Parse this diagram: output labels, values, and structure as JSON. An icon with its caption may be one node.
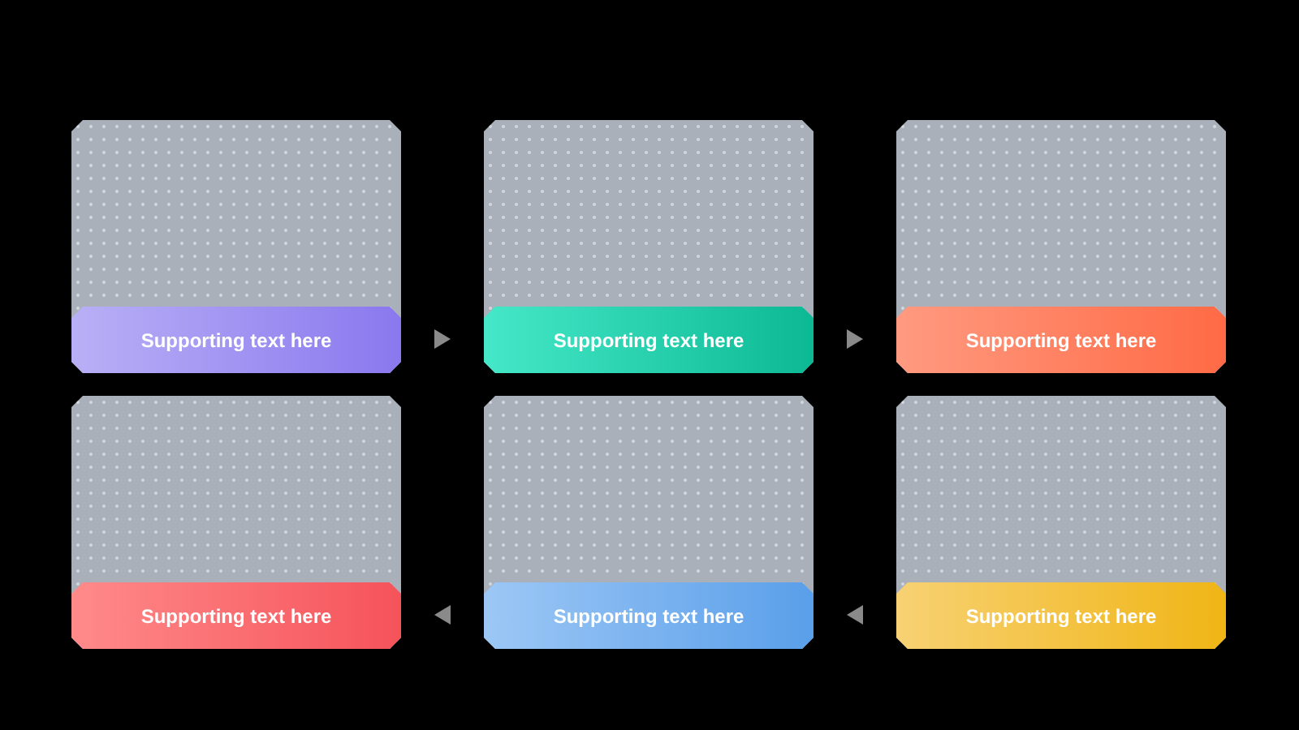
{
  "diagram": {
    "nodes": [
      {
        "text": [
          "Supporting text here"
        ]
      },
      {
        "text": [
          "Supporting text here"
        ]
      },
      {
        "text": [
          "Supporting text here"
        ]
      },
      {
        "text": [
          "Supporting text here"
        ]
      },
      {
        "text": [
          "Supporting text here"
        ]
      },
      {
        "text": [
          "Supporting text here"
        ]
      }
    ],
    "edges": [
      {
        "from": 0,
        "to": 1,
        "arrow": "to"
      },
      {
        "from": 1,
        "to": 2,
        "arrow": "to"
      },
      {
        "from": 5,
        "to": 4,
        "arrow": "to"
      },
      {
        "from": 4,
        "to": 3,
        "arrow": "to"
      }
    ]
  }
}
